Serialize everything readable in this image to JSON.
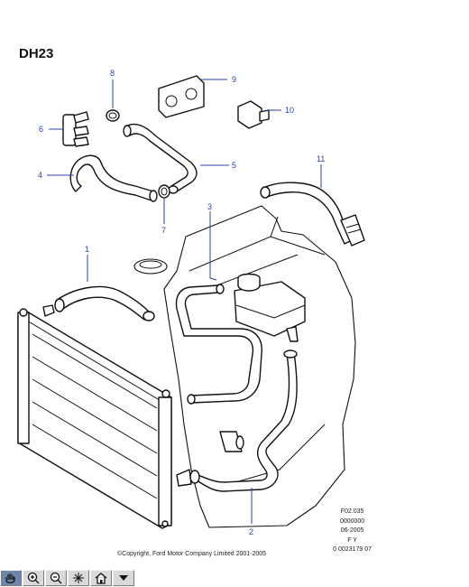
{
  "diagram": {
    "title": "DH23",
    "callouts": [
      "1",
      "2",
      "3",
      "4",
      "5",
      "6",
      "7",
      "8",
      "9",
      "10",
      "11"
    ],
    "reference": [
      "F02.035",
      "0000000",
      "06-2005",
      "F Y",
      "0  0023179 07"
    ],
    "copyright": "©Copyright, Ford Motor Company Limited 2001-2005"
  },
  "toolbar": {
    "buttons": [
      {
        "name": "pan-tool",
        "icon": "hand-icon",
        "active": true
      },
      {
        "name": "zoom-in",
        "icon": "zoom-in-icon",
        "active": false
      },
      {
        "name": "zoom-out",
        "icon": "zoom-out-icon",
        "active": false
      },
      {
        "name": "fit-view",
        "icon": "fit-view-icon",
        "active": false
      },
      {
        "name": "home",
        "icon": "home-icon",
        "active": false
      },
      {
        "name": "menu-dropdown",
        "icon": "dropdown-arrow-icon",
        "active": false
      }
    ]
  },
  "colors": {
    "callout": "#2a3fb2",
    "toolbar_active": "#6e86a8"
  }
}
